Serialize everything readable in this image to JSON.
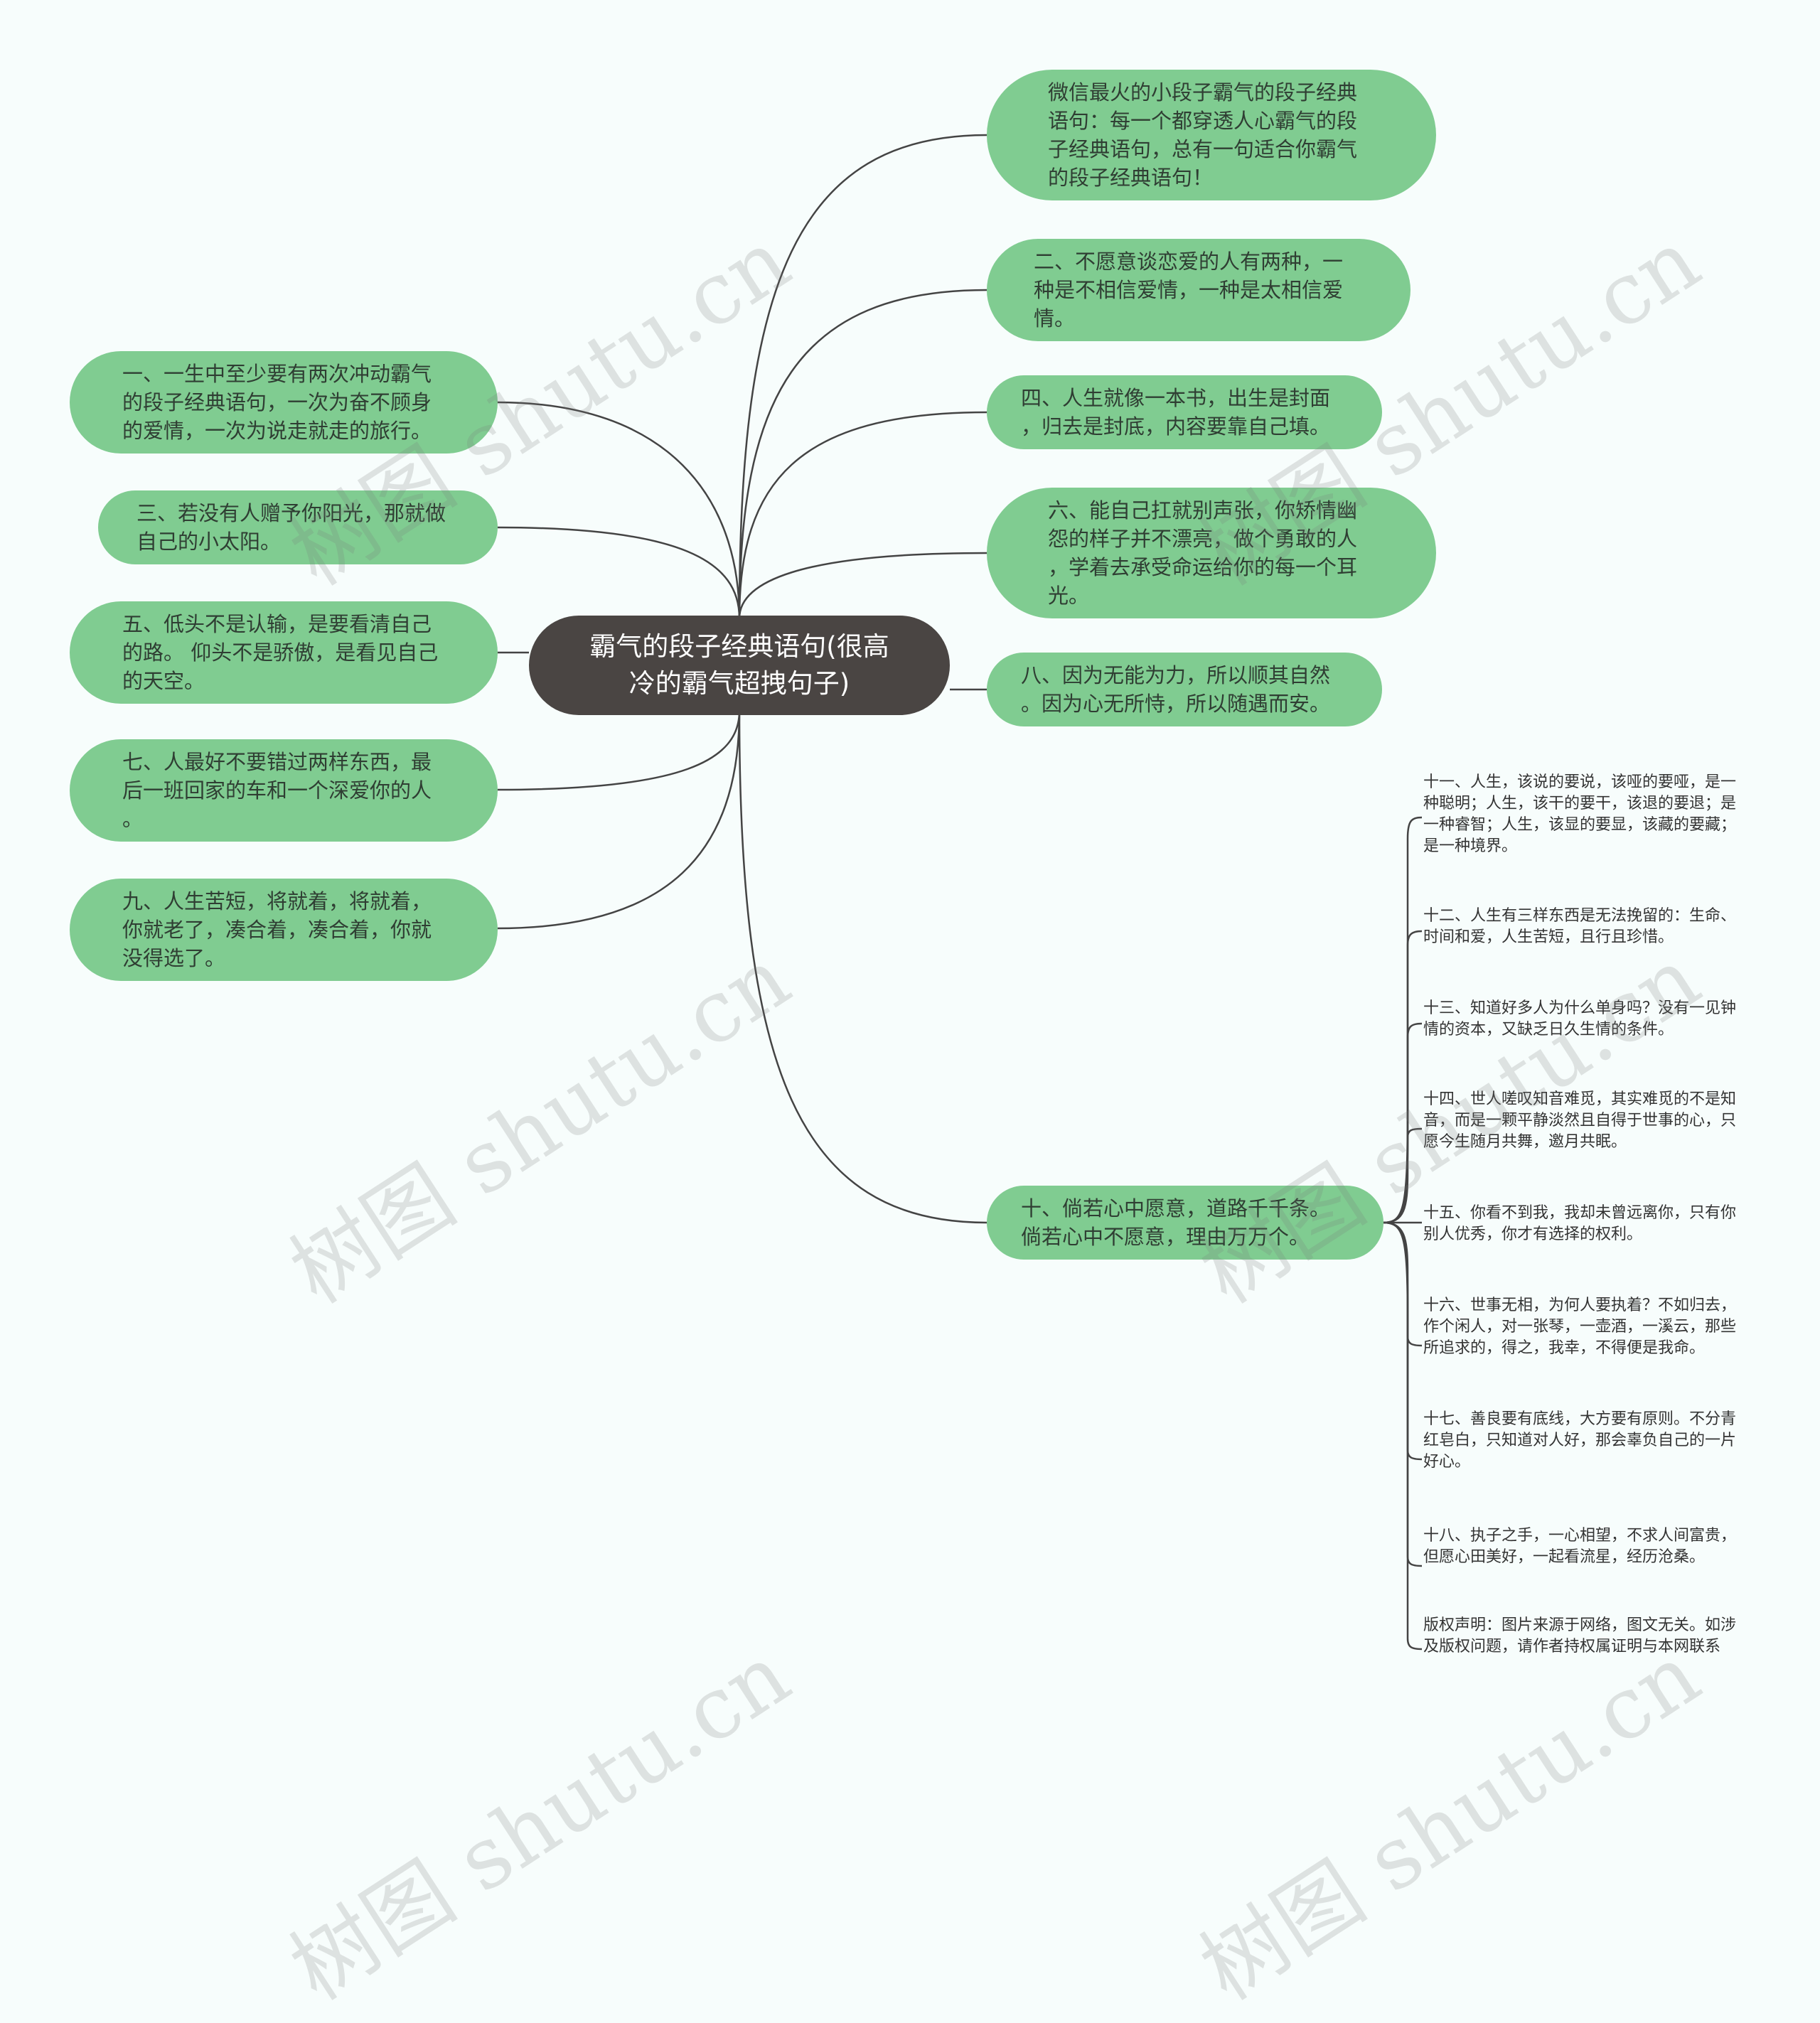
{
  "center": "霸气的段子经典语句(很高\n冷的霸气超拽句子)",
  "right_nodes": [
    "微信最火的小段子霸气的段子经典\n语句：每一个都穿透人心霸气的段\n子经典语句，总有一句适合你霸气\n的段子经典语句！",
    "二、不愿意谈恋爱的人有两种，一\n种是不相信爱情，一种是太相信爱\n情。",
    "四、人生就像一本书，出生是封面\n，归去是封底，内容要靠自己填。",
    "六、能自己扛就别声张，你矫情幽\n怨的样子并不漂亮，做个勇敢的人\n，学着去承受命运给你的每一个耳\n光。",
    "八、因为无能为力，所以顺其自然\n。因为心无所恃，所以随遇而安。",
    "十、倘若心中愿意，道路千千条。\n倘若心中不愿意，理由万万个。"
  ],
  "left_nodes": [
    "一、一生中至少要有两次冲动霸气\n的段子经典语句，一次为奋不顾身\n的爱情，一次为说走就走的旅行。",
    "三、若没有人赠予你阳光，那就做\n自己的小太阳。",
    "五、低头不是认输，是要看清自己\n的路。 仰头不是骄傲，是看见自己\n的天空。",
    "七、人最好不要错过两样东西，最\n后一班回家的车和一个深爱你的人\n。",
    "九、人生苦短，将就着，将就着，\n你就老了，凑合着，凑合着，你就\n没得选了。"
  ],
  "leaves": [
    "十一、人生，该说的要说，该哑的要哑，是一\n种聪明；人生，该干的要干，该退的要退；是\n一种睿智；人生，该显的要显，该藏的要藏；\n是一种境界。",
    "十二、人生有三样东西是无法挽留的：生命、\n时间和爱，人生苦短，且行且珍惜。",
    "十三、知道好多人为什么单身吗？没有一见钟\n情的资本，又缺乏日久生情的条件。",
    "十四、世人嗟叹知音难觅，其实难觅的不是知\n音，而是一颗平静淡然且自得于世事的心，只\n愿今生随月共舞，邀月共眠。",
    "十五、你看不到我，我却未曾远离你，只有你\n别人优秀，你才有选择的权利。",
    "十六、世事无相，为何人要执着？不如归去，\n作个闲人，对一张琴，一壶酒，一溪云，那些\n所追求的，得之，我幸，不得便是我命。",
    "十七、善良要有底线，大方要有原则。不分青\n红皂白，只知道对人好，那会辜负自己的一片\n好心。",
    "十八、执子之手，一心相望，不求人间富贵，\n但愿心田美好，一起看流星，经历沧桑。",
    "版权声明：图片来源于网络，图文无关。如涉\n及版权问题，请作者持权属证明与本网联系"
  ],
  "watermark": "树图 shutu.cn",
  "colors": {
    "node": "#80cc91",
    "center": "#4a4543",
    "line": "#444444",
    "background": "#f7fdfc"
  }
}
